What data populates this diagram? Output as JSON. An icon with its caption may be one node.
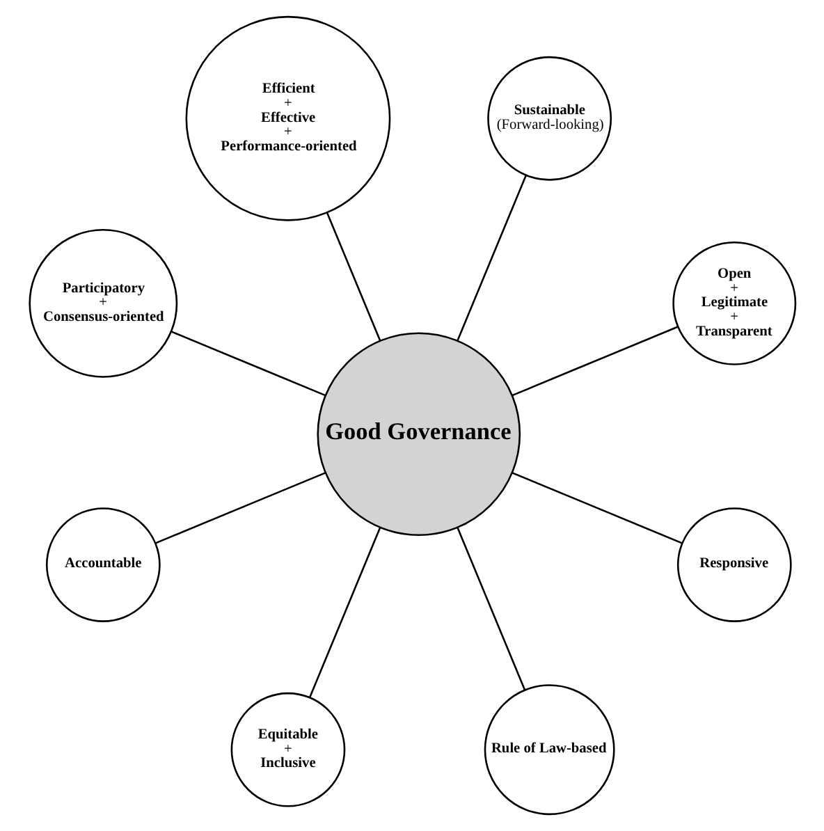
{
  "diagram": {
    "nodes": [
      {
        "text": [
          "**Open**",
          "+",
          "**Legitimate**",
          "+",
          "**Transparent**"
        ]
      },
      {
        "text": [
          "**Sustainable**",
          "(Forward-looking)"
        ]
      },
      {
        "text": [
          "**Efficient**",
          "+",
          "**Effective**",
          "+",
          "**Performance-oriented**"
        ]
      },
      {
        "text": [
          "**Participatory**",
          "+",
          "**Consensus-oriented**"
        ]
      },
      {
        "text": [
          "**Good Governance**"
        ]
      },
      {
        "text": [
          "**Accountable**"
        ]
      },
      {
        "text": [
          "**Equitable**",
          "+",
          "**Inclusive**"
        ]
      },
      {
        "text": [
          "**Rule of Law-based**"
        ]
      },
      {
        "text": [
          "**Responsive**"
        ]
      }
    ],
    "edges": [
      {
        "from": 4,
        "to": 0,
        "arrow": "none"
      },
      {
        "from": 4,
        "to": 2,
        "arrow": "none"
      },
      {
        "from": 4,
        "to": 5,
        "arrow": "none"
      },
      {
        "from": 4,
        "to": 7,
        "arrow": "none"
      },
      {
        "from": 4,
        "to": 8,
        "arrow": "none"
      },
      {
        "from": 4,
        "to": 6,
        "arrow": "none"
      },
      {
        "from": 4,
        "to": 3,
        "arrow": "none"
      },
      {
        "from": 4,
        "to": 1,
        "arrow": "none"
      }
    ]
  }
}
